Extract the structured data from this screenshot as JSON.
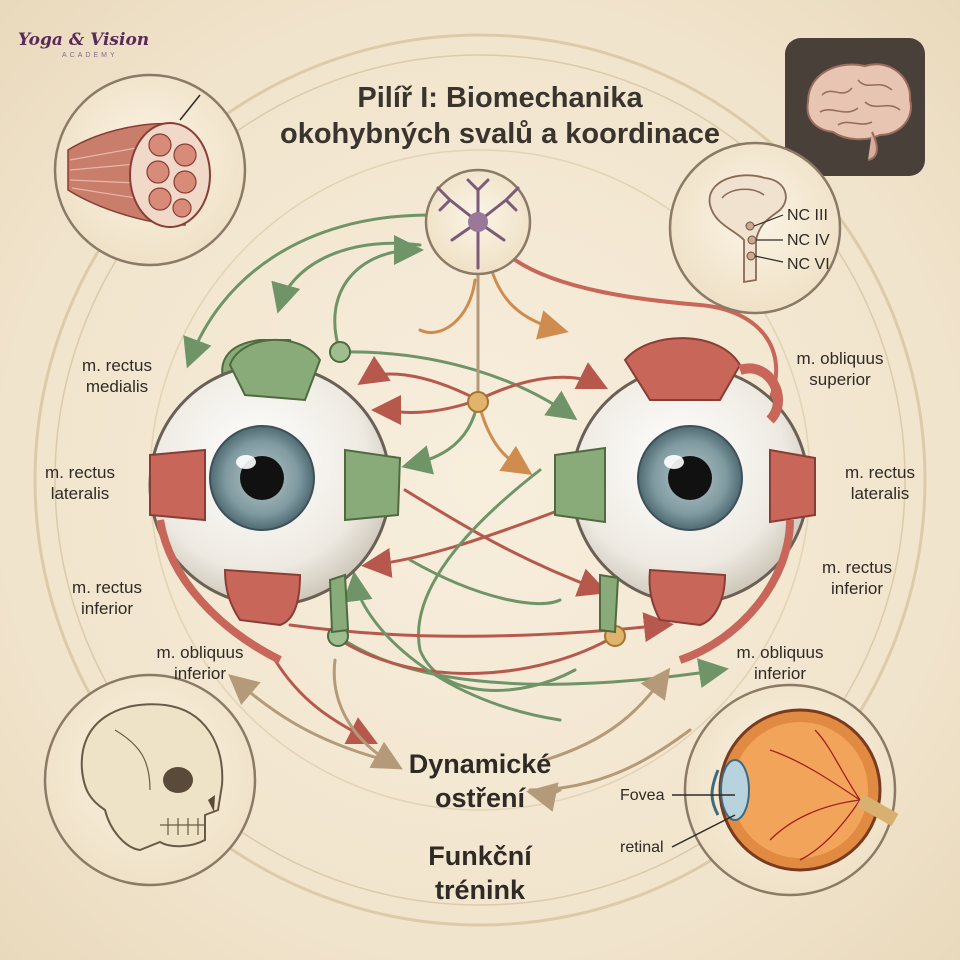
{
  "brand": {
    "logo_text": "Yoga & Vision",
    "logo_subtext": "ACADEMY"
  },
  "title": "Pilíř I: Biomechanika\nokohybných svalů a koordinace",
  "labels": {
    "left_rectus_medialis": "m. rectus\nmedialis",
    "left_rectus_lateralis": "m. rectus\nlateralis",
    "left_rectus_inferior": "m. rectus\ninferior",
    "left_obliquus_inferior": "m. obliquus\ninferior",
    "right_obliquus_superior": "m. obliquus\nsuperior",
    "right_rectus_lateralis": "m. rectus\nlateralis",
    "right_rectus_inferior": "m. rectus\ninferior",
    "right_obliquus_inferior": "m. obliquus\ninferior"
  },
  "nerves": [
    "NC III",
    "NC IV",
    "NC VI"
  ],
  "center_text": {
    "dynamic_focus": "Dynamické\nostření",
    "functional_training": "Funkční\ntrénink"
  },
  "eye_section": {
    "fovea": "Fovea",
    "retinal": "retinal"
  },
  "colors": {
    "background": "#f3e8d3",
    "frame": "#d9c7a7",
    "muscle_red": "#c8665a",
    "muscle_green": "#7fa070",
    "arrow_orange": "#d89a5a",
    "iris": "#8aa3a8"
  },
  "icons": [
    "muscle-cross-section-icon",
    "brain-icon",
    "brainstem-icon",
    "neuron-icon",
    "skull-icon",
    "eye-cross-section-icon"
  ]
}
